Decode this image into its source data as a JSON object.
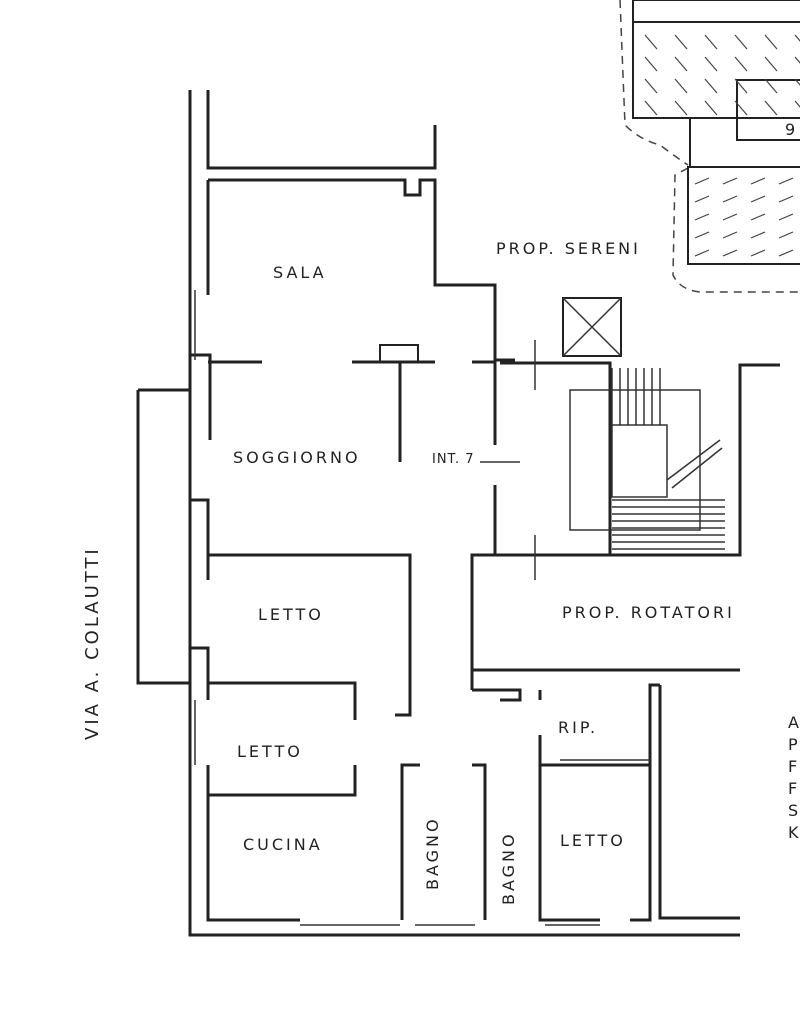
{
  "plan": {
    "street": "VIA A. COLAUTTI",
    "unit": "INT. 7",
    "neighbors": {
      "top": "PROP. SERENI",
      "right": "PROP. ROTATORI"
    },
    "top_number": "9",
    "rooms": [
      {
        "name": "SALA"
      },
      {
        "name": "SOGGIORNO"
      },
      {
        "name": "LETTO"
      },
      {
        "name": "LETTO"
      },
      {
        "name": "CUCINA"
      },
      {
        "name": "BAGNO"
      },
      {
        "name": "BAGNO"
      },
      {
        "name": "RIP."
      },
      {
        "name": "LETTO"
      }
    ],
    "edge_letters": [
      "A",
      "P",
      "F",
      "F",
      "S",
      "K"
    ]
  }
}
